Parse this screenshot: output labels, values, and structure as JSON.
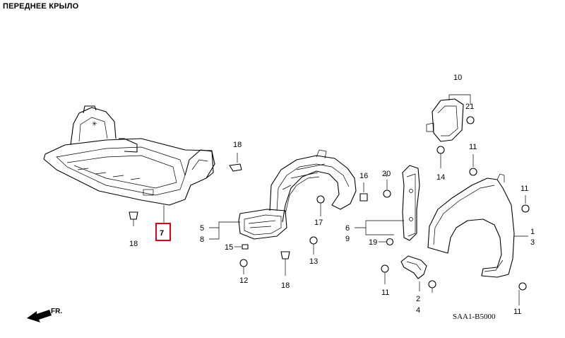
{
  "title": "ПЕРЕДНЕЕ КРЫЛО",
  "diagram_code": "SAA1-B5000",
  "front_arrow_label": "FR.",
  "highlight_color": "#e0001a",
  "callouts": {
    "c1": "1",
    "c2": "2",
    "c3": "3",
    "c4": "4",
    "c5": "5",
    "c6": "6",
    "c7": "7",
    "c8": "8",
    "c9": "9",
    "c10": "10",
    "c11a": "11",
    "c11b": "11",
    "c11c": "11",
    "c11d": "11",
    "c12": "12",
    "c13": "13",
    "c14": "14",
    "c15": "15",
    "c16": "16",
    "c17": "17",
    "c18a": "18",
    "c18b": "18",
    "c18c": "18",
    "c19": "19",
    "c20": "20",
    "c21": "21"
  }
}
